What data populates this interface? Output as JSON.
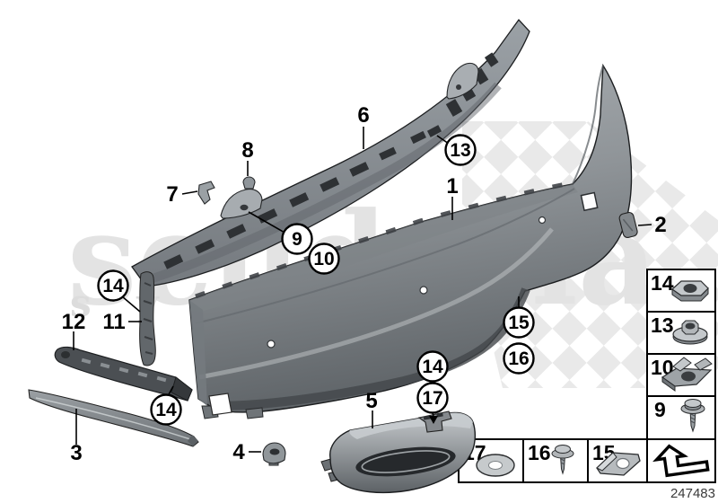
{
  "watermark": {
    "brand": "scuderia",
    "sub": "s y s t e m s"
  },
  "drawing_number": "247483",
  "callouts": {
    "1": "1",
    "2": "2",
    "3": "3",
    "4": "4",
    "5": "5",
    "6": "6",
    "7": "7",
    "8": "8",
    "9": "9",
    "10": "10",
    "11": "11",
    "12": "12",
    "13": "13",
    "14": "14",
    "15": "15",
    "16": "16",
    "17": "17"
  },
  "legend": {
    "sidebar": [
      {
        "label": "14",
        "icon": "hex-nut"
      },
      {
        "label": "13",
        "icon": "flange-nut"
      },
      {
        "label": "10",
        "icon": "cage-nut"
      },
      {
        "label": "9",
        "icon": "tapping-screw"
      }
    ],
    "bottom": [
      {
        "label": "17",
        "icon": "washer"
      },
      {
        "label": "16",
        "icon": "screw-with-washer"
      },
      {
        "label": "15",
        "icon": "clip-nut"
      }
    ],
    "nav_icon": "page-turn-arrow"
  }
}
